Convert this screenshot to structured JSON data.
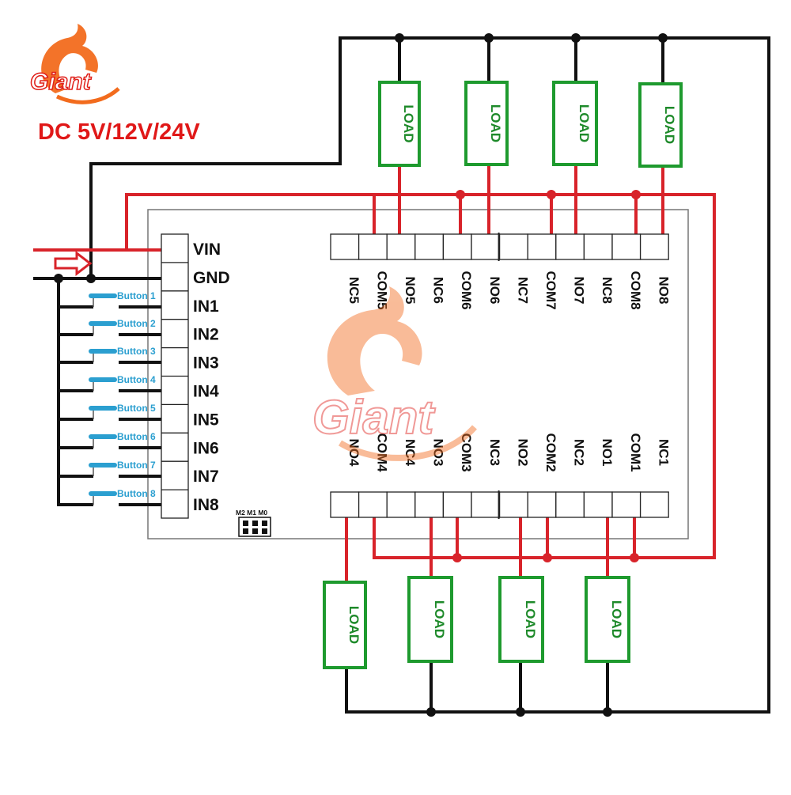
{
  "brand": {
    "name": "Giant",
    "voltage": "DC 5V/12V/24V"
  },
  "input_pins": [
    "VIN",
    "GND",
    "IN1",
    "IN2",
    "IN3",
    "IN4",
    "IN5",
    "IN6",
    "IN7",
    "IN8"
  ],
  "buttons": [
    "Button 1",
    "Button 2",
    "Button 3",
    "Button 4",
    "Button 5",
    "Button 6",
    "Button 7",
    "Button 8"
  ],
  "top_terminals": [
    "NC5",
    "COM5",
    "NO5",
    "NC6",
    "COM6",
    "NO6",
    "NC7",
    "COM7",
    "NO7",
    "NC8",
    "COM8",
    "NO8"
  ],
  "bottom_terminals": [
    "NO4",
    "COM4",
    "NC4",
    "NO3",
    "COM3",
    "NC3",
    "NO2",
    "COM2",
    "NC2",
    "NO1",
    "COM1",
    "NC1"
  ],
  "mode_label": "M2 M1 M0",
  "load_label": "LOAD",
  "colors": {
    "power_wire": "#d8232a",
    "ground_wire": "#111111",
    "load_box": "#1e9a2e",
    "button": "#2b9fd0",
    "brand_orange": "#f26b1d"
  }
}
